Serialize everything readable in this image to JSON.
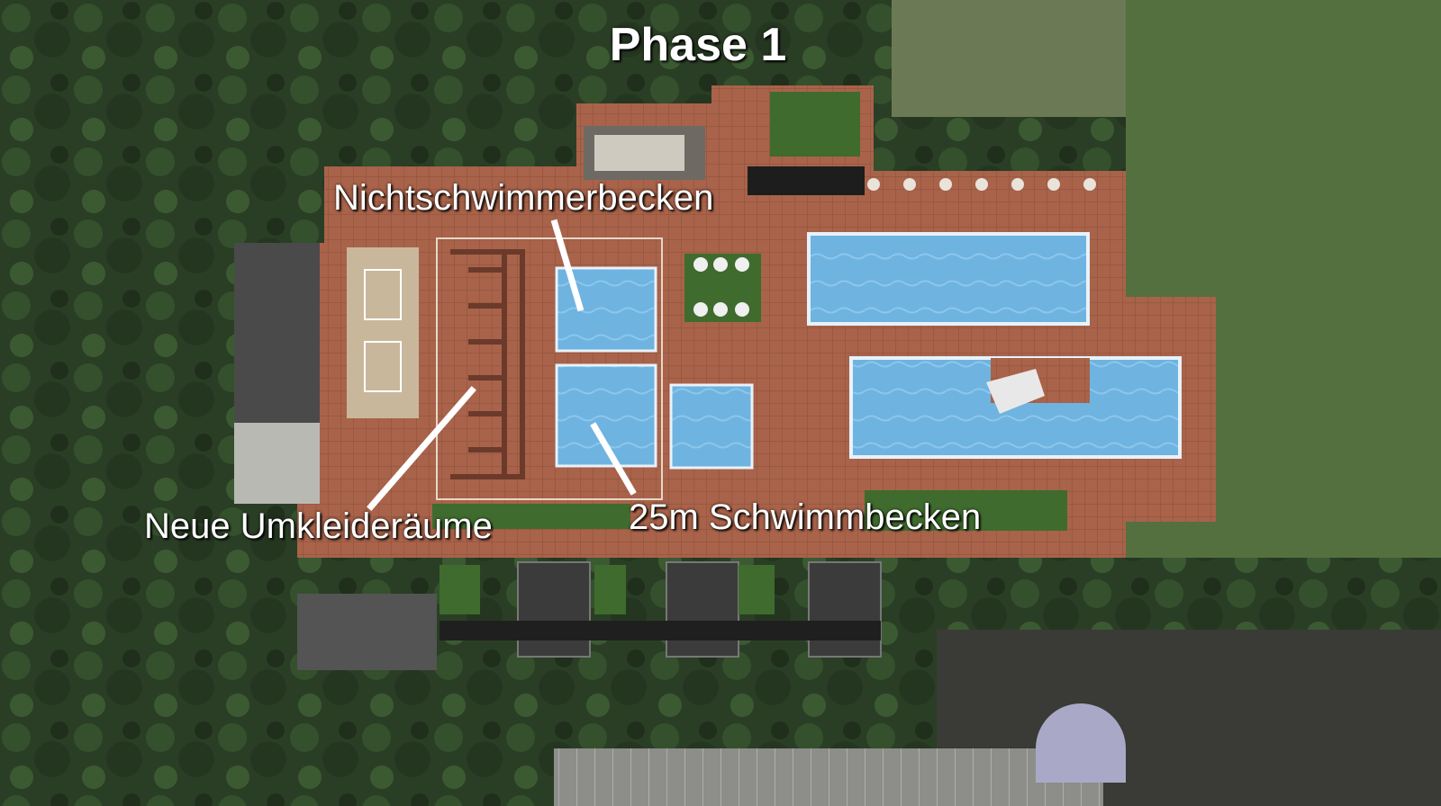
{
  "map": {
    "title": "Phase 1",
    "labels": {
      "nichtschwimmer": "Nichtschwimmerbecken",
      "umkleide": "Neue Umkleideräume",
      "schwimmbecken": "25m Schwimmbecken"
    }
  },
  "colors": {
    "trees": "#2a3e25",
    "lawn": "#5d7a45",
    "paving": "#a8634a",
    "water": "#6fb3e0",
    "roof": "#3b3b3b"
  }
}
